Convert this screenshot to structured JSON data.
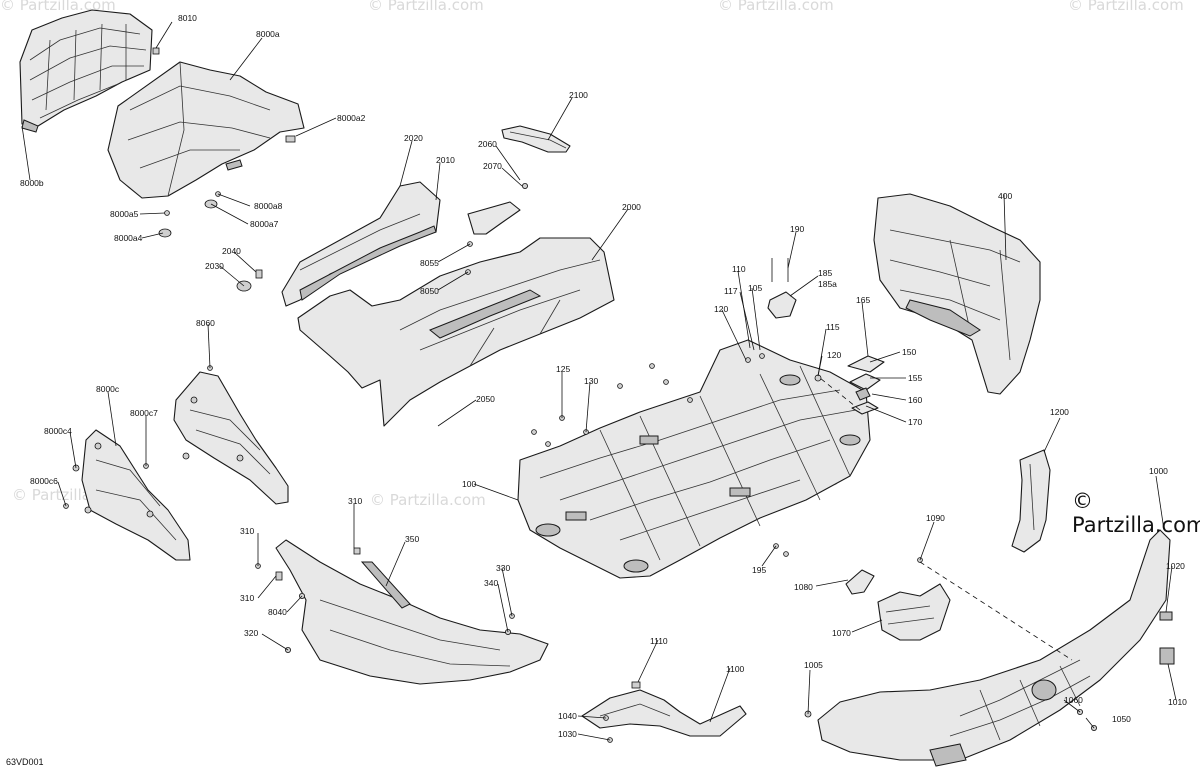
{
  "watermark": "© Partzilla.com",
  "copyright": "© Partzilla.com",
  "drawing_id": "63VD001",
  "callouts": {
    "c8010": "8010",
    "c8000a": "8000a",
    "c8000a2": "8000a2",
    "c8000b": "8000b",
    "c8000a8": "8000a8",
    "c8000a5": "8000a5",
    "c8000a7": "8000a7",
    "c8000a4": "8000a4",
    "c2100": "2100",
    "c2060": "2060",
    "c2070": "2070",
    "c2020": "2020",
    "c2010": "2010",
    "c2000": "2000",
    "c2040": "2040",
    "c2030": "2030",
    "c8055": "8055",
    "c8050": "8050",
    "c190": "190",
    "c110": "110",
    "c185": "185",
    "c185a": "185a",
    "c117": "117",
    "c105": "105",
    "c120a": "120",
    "c165": "165",
    "c115": "115",
    "c120b": "120",
    "c150": "150",
    "c155": "155",
    "c160": "160",
    "c170": "170",
    "c400": "400",
    "c8060": "8060",
    "c125": "125",
    "c130": "130",
    "c2050": "2050",
    "c8000c": "8000c",
    "c8000c7": "8000c7",
    "c8000c4": "8000c4",
    "c8000c6": "8000c6",
    "c100": "100",
    "c1200": "1200",
    "c1000": "1000",
    "c310a": "310",
    "c310b": "310",
    "c350": "350",
    "c310c": "310",
    "c8040": "8040",
    "c330": "330",
    "c340": "340",
    "c320": "320",
    "c1090": "1090",
    "c195": "195",
    "c1080": "1080",
    "c1020": "1020",
    "c1070": "1070",
    "c1110": "1110",
    "c1100": "1100",
    "c1005": "1005",
    "c1040": "1040",
    "c1030": "1030",
    "c1060": "1060",
    "c1050": "1050",
    "c1010": "1010"
  }
}
